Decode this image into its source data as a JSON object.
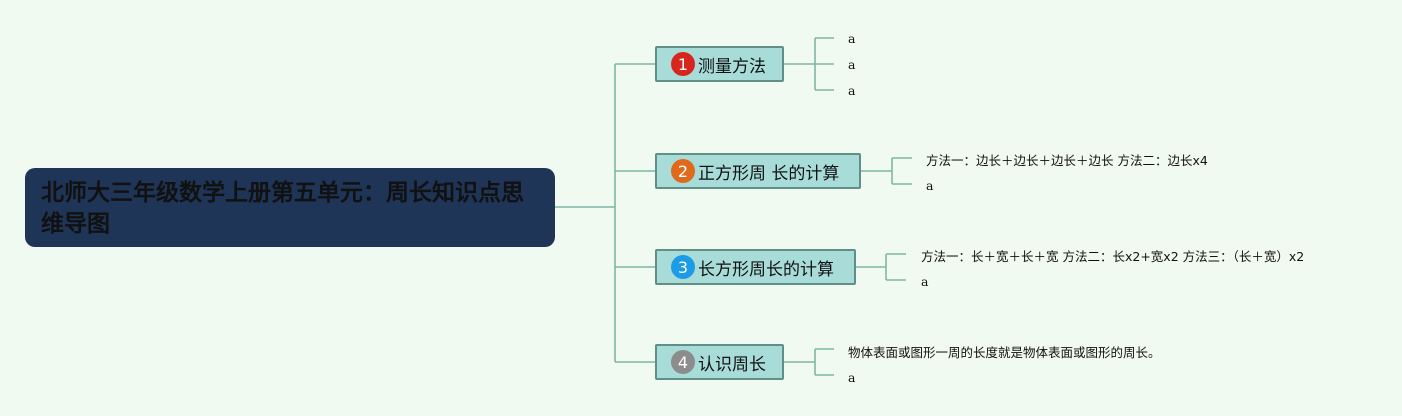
{
  "root": {
    "title": "北师大三年级数学上册第五单元：周长知识点思维导图"
  },
  "colors": {
    "background": "#f1faf1",
    "root": "#1e3557",
    "node_fill": "#a8dcd9",
    "node_border": "#5f8f86",
    "connector": "#7fb6a6",
    "badge_1": "#d7261e",
    "badge_2": "#e06a1b",
    "badge_3": "#1c9be6",
    "badge_4": "#8c8c8c"
  },
  "branches": [
    {
      "number": "1",
      "label": "测量方法",
      "leaves": [
        "a",
        "a",
        "a"
      ]
    },
    {
      "number": "2",
      "label": "正方形周 长的计算",
      "leaves": [
        "方法一：边长＋边长＋边长＋边长 方法二：边长x4",
        "a"
      ]
    },
    {
      "number": "3",
      "label": "长方形周长的计算",
      "leaves": [
        "方法一：长＋宽＋长＋宽 方法二：长x2+宽x2 方法三：（长＋宽）x2",
        "a"
      ]
    },
    {
      "number": "4",
      "label": "认识周长",
      "leaves": [
        "物体表面或图形一周的长度就是物体表面或图形的周长。",
        "a"
      ]
    }
  ]
}
